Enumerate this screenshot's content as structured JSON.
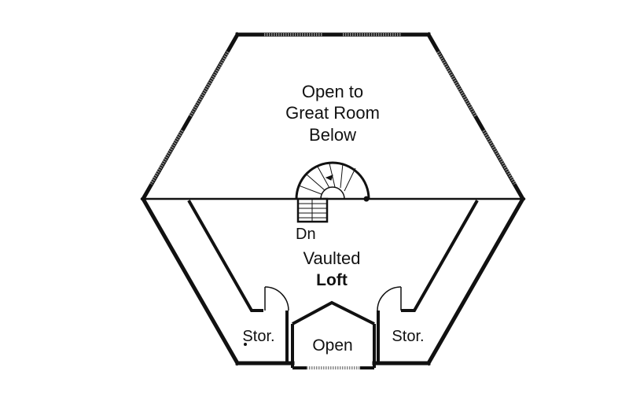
{
  "plan": {
    "great_room": {
      "line1": "Open to",
      "line2": "Great Room",
      "line3": "Below"
    },
    "stair_label": "Dn",
    "loft": {
      "line1": "Vaulted",
      "line2": "Loft"
    },
    "storage_left": "Stor.",
    "storage_right": "Stor.",
    "open_area": "Open"
  }
}
